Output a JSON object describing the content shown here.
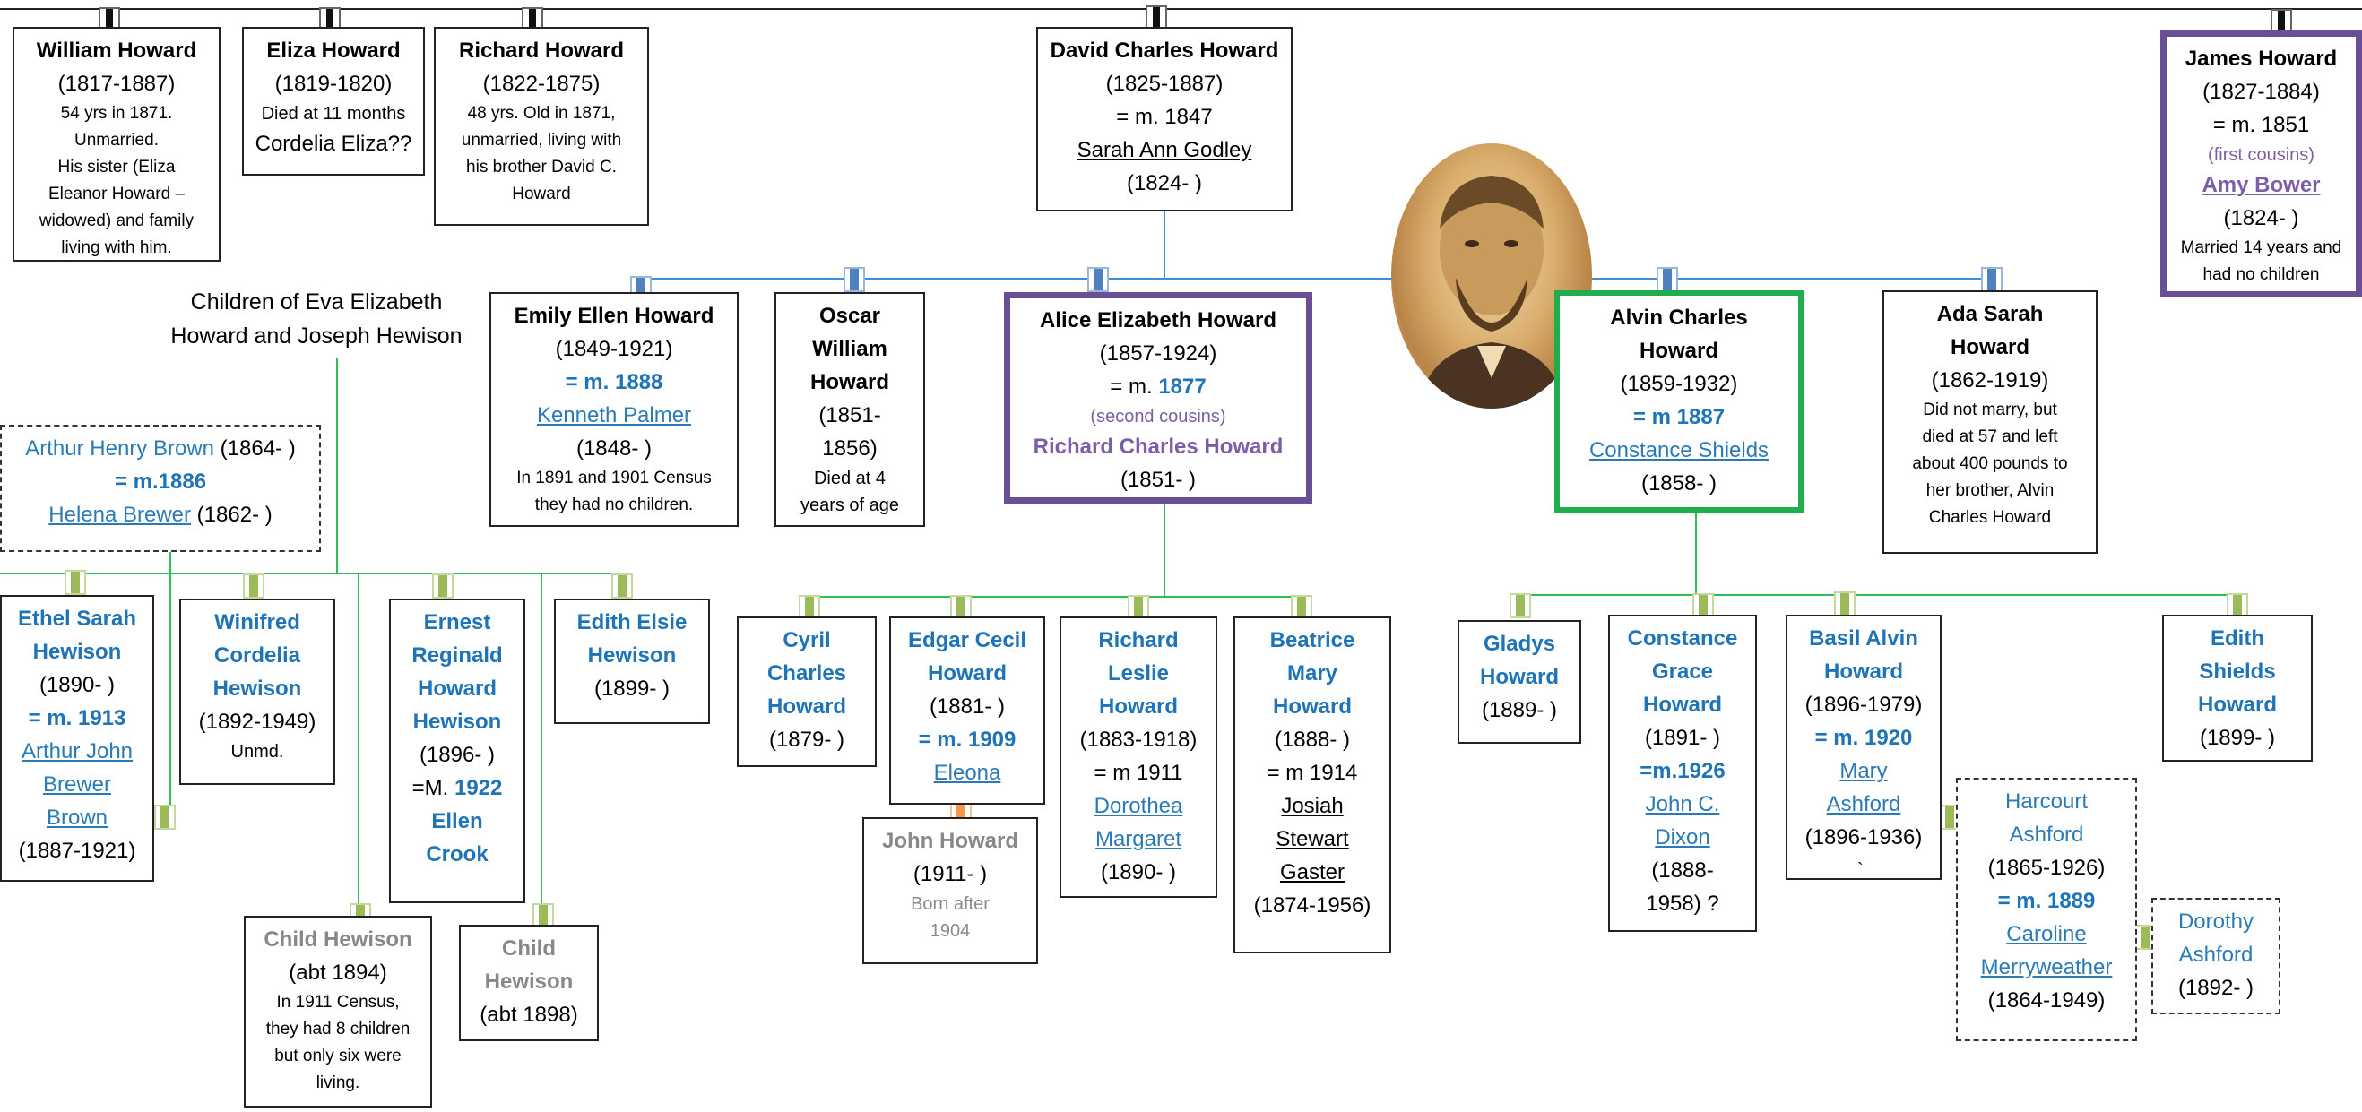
{
  "people": {
    "william": {
      "name": "William Howard",
      "dates": "(1817-1887)",
      "n1": "54 yrs in 1871.",
      "n2": "Unmarried.",
      "n3": "His sister (Eliza",
      "n4": "Eleanor Howard –",
      "n5": "widowed)  and family",
      "n6": "living with him."
    },
    "eliza": {
      "name": "Eliza Howard",
      "dates": "(1819-1820)",
      "n1": "Died at 11 months",
      "n2": "Cordelia Eliza??"
    },
    "richard": {
      "name": "Richard Howard",
      "dates": "(1822-1875)",
      "n1": "48 yrs. Old in 1871,",
      "n2": "unmarried, living with",
      "n3": "his brother David C.",
      "n4": "Howard"
    },
    "david": {
      "name": "David Charles Howard",
      "dates": "(1825-1887)",
      "marr": "= m.  1847",
      "spouse": "Sarah Ann Godley",
      "sdates": "(1824-    )"
    },
    "james": {
      "name": "James Howard",
      "dates": "(1827-1884)",
      "marr": "= m.  1851",
      "rel": "(first cousins)",
      "spouse": "Amy Bower",
      "sdates": "(1824-    )",
      "n1": "Married 14 years and",
      "n2": "had no children"
    },
    "emily": {
      "name": "Emily Ellen Howard",
      "dates": "(1849-1921)",
      "marr": "= m. 1888",
      "spouse": "Kenneth Palmer",
      "sdates": "(1848-  )",
      "n1": "In 1891 and 1901 Census",
      "n2": "they had no children."
    },
    "oscar": {
      "l1": "Oscar",
      "l2": "William",
      "l3": "Howard",
      "d1": "(1851-",
      "d2": "1856)",
      "n1": "Died at 4",
      "n2": "years of age"
    },
    "alice": {
      "name": "Alice Elizabeth Howard",
      "dates": "(1857-1924)",
      "marr_pre": "= m. ",
      "marr_year": "1877",
      "rel": "(second cousins)",
      "spouse": "Richard Charles Howard",
      "sdates": "(1851-    )"
    },
    "alvin": {
      "l1": "Alvin Charles",
      "l2": "Howard",
      "dates": "(1859-1932)",
      "marr": "= m 1887",
      "spouse": "Constance Shields",
      "sdates": "(1858-    )"
    },
    "ada": {
      "l1": "Ada Sarah",
      "l2": "Howard",
      "dates": "(1862-1919)",
      "n1": "Did not marry, but",
      "n2": "died at 57 and left",
      "n3": "about 400 pounds to",
      "n4": "her brother, Alvin",
      "n5": "Charles Howard"
    },
    "arthurHB": {
      "a_name": "Arthur Henry Brown",
      "a_dates": " (1864- )",
      "marr": "= m.1886",
      "spouse": "Helena Brewer",
      "sdates": "    (1862- )"
    },
    "ethel": {
      "l1": "Ethel Sarah",
      "l2": "Hewison",
      "dates": "(1890-     )",
      "marr": "= m. 1913",
      "s1": "Arthur John",
      "s2": "Brewer",
      "s3": "Brown",
      "sdates": "(1887-1921)"
    },
    "winifred": {
      "l1": "Winifred",
      "l2": "Cordelia",
      "l3": "Hewison",
      "dates": "(1892-1949)",
      "n1": "Unmd."
    },
    "ernest": {
      "l1": "Ernest",
      "l2": "Reginald",
      "l3": "Howard",
      "l4": "Hewison",
      "dates": "(1896-  )",
      "marr_pre": "=M. ",
      "marr_year": "1922",
      "s1": "Ellen",
      "s2": "Crook"
    },
    "edithE": {
      "l1": "Edith Elsie",
      "l2": "Hewison",
      "dates": "(1899-       )"
    },
    "childH1": {
      "name": "Child Hewison",
      "dates": "(abt 1894)",
      "n1": "In 1911 Census,",
      "n2": "they had 8 children",
      "n3": "but only six were",
      "n4": "living."
    },
    "childH2": {
      "l1": "Child",
      "l2": "Hewison",
      "dates": "(abt 1898)"
    },
    "cyril": {
      "l1": "Cyril",
      "l2": "Charles",
      "l3": "Howard",
      "dates": "(1879-      )"
    },
    "edgar": {
      "l1": "Edgar Cecil",
      "l2": "Howard",
      "dates": "(1881-       )",
      "marr": "= m. 1909",
      "spouse": "Eleona"
    },
    "john": {
      "name": "John Howard",
      "dates": "(1911-    )",
      "n1": "Born after",
      "n2": "1904"
    },
    "richardL": {
      "l1": "Richard",
      "l2": "Leslie",
      "l3": "Howard",
      "dates": "(1883-1918)",
      "marr": "= m 1911",
      "s1": "Dorothea",
      "s2": "Margaret",
      "sdates": "(1890-  )"
    },
    "beatrice": {
      "l1": "Beatrice",
      "l2": "Mary",
      "l3": "Howard",
      "dates": "(1888-       )",
      "marr": "= m 1914",
      "s1": "Josiah",
      "s2": "Stewart",
      "s3": "Gaster",
      "sdates": "(1874-1956)"
    },
    "gladys": {
      "l1": "Gladys",
      "l2": "Howard",
      "dates": "(1889- )"
    },
    "constanceG": {
      "l1": "Constance",
      "l2": "Grace",
      "l3": "Howard",
      "dates": "(1891- )",
      "marr": "=m.1926",
      "s1": "John C.",
      "s2": "Dixon",
      "d1": "(1888-",
      "d2": "1958) ?"
    },
    "basil": {
      "l1": "Basil Alvin",
      "l2": "Howard",
      "dates": "(1896-1979)",
      "marr": "= m. 1920",
      "s1": "Mary",
      "s2": "Ashford",
      "sdates": "(1896-1936)",
      "tick": "`"
    },
    "edithS": {
      "l1": "Edith",
      "l2": "Shields",
      "l3": "Howard",
      "dates": "(1899-       )"
    },
    "harcourt": {
      "l1": "Harcourt",
      "l2": "Ashford",
      "dates": "(1865-1926)",
      "marr": "= m. 1889",
      "s1": "Caroline",
      "s2": "Merryweather",
      "sdates": "(1864-1949)"
    },
    "dorothy": {
      "l1": "Dorothy",
      "l2": "Ashford",
      "dates": "(1892-    )"
    }
  },
  "labels": {
    "hewison_children_1": "Children of Eva Elizabeth",
    "hewison_children_2": "Howard and Joseph Hewison"
  },
  "colors": {
    "blue_link": "#2a7ab8",
    "purple": "#6a4f96",
    "green": "#1eae4d",
    "line_blue": "#3f8fd6",
    "line_green": "#2fbf5a"
  }
}
